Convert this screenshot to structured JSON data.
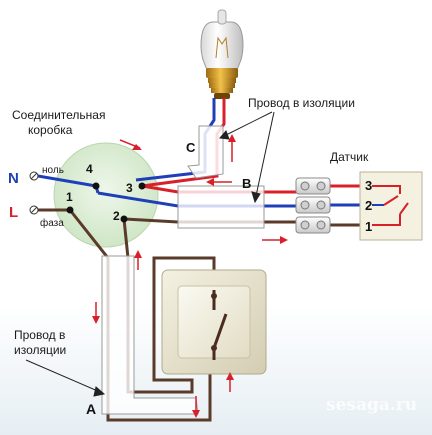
{
  "labels": {
    "junction_box": [
      "Соединительная",
      "коробка"
    ],
    "insulated_wire_top": "Провод в изоляции",
    "insulated_wire_left": [
      "Провод в",
      "изоляции"
    ],
    "sensor": "Датчик",
    "neutral_letter": "N",
    "neutral_word": "ноль",
    "phase_letter": "L",
    "phase_word": "фаза",
    "point_a": "A",
    "point_b": "B",
    "point_c": "C",
    "node_1": "1",
    "node_2": "2",
    "node_3": "3",
    "node_4": "4",
    "terminal_1": "1",
    "terminal_2": "2",
    "terminal_3": "3",
    "watermark": "sesaga.ru"
  },
  "colors": {
    "blue_wire": "#1f3fb8",
    "brown_wire": "#5a3a28",
    "red_wire": "#d9202a",
    "arrow_red": "#d9202a",
    "box_green": "#d7ecd0",
    "sheath": "#ffffff",
    "switch_body": "#e8e4d0"
  },
  "icons": {
    "bulb": "light-bulb-icon",
    "switch": "wall-switch-icon",
    "terminal_block": "terminal-block-icon",
    "sensor_box": "sensor-contact-icon"
  }
}
